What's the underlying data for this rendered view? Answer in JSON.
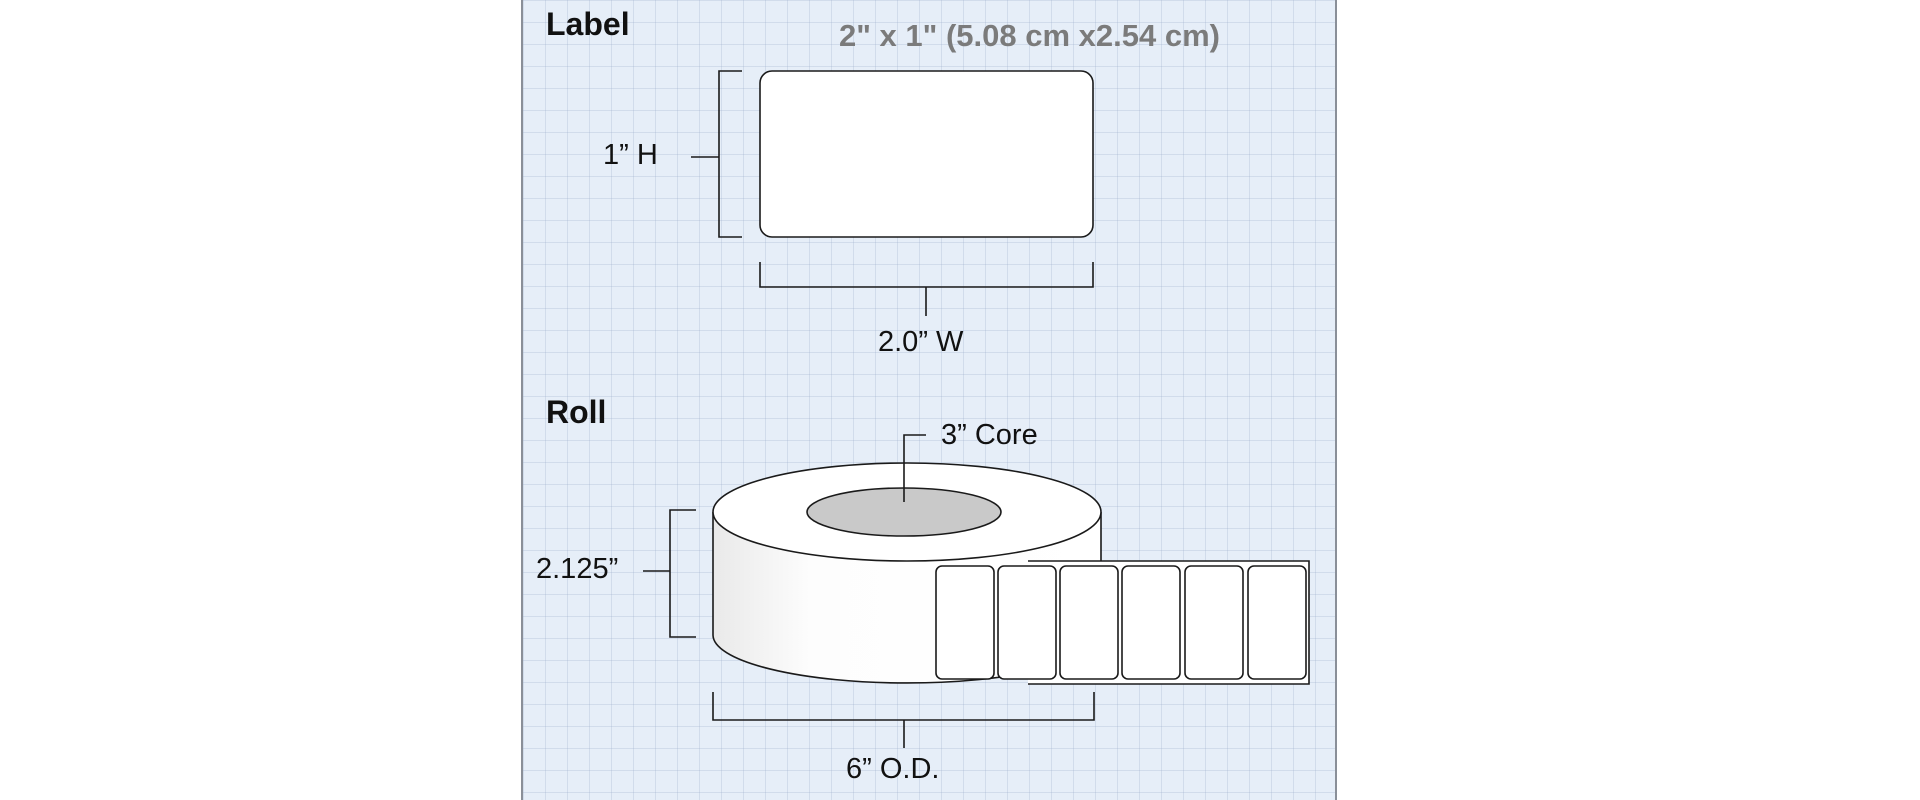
{
  "label_section": {
    "heading": "Label",
    "spec": "2\" x 1\" (5.08 cm x2.54 cm)",
    "height_label": "1” H",
    "width_label": "2.0” W"
  },
  "roll_section": {
    "heading": "Roll",
    "core_label": "3” Core",
    "width_label": "2.125”",
    "od_label": "6” O.D."
  },
  "colors": {
    "panel_background": "#e6eef8",
    "core_fill": "#c9c9c9",
    "spec_text": "#7b7b7b"
  }
}
